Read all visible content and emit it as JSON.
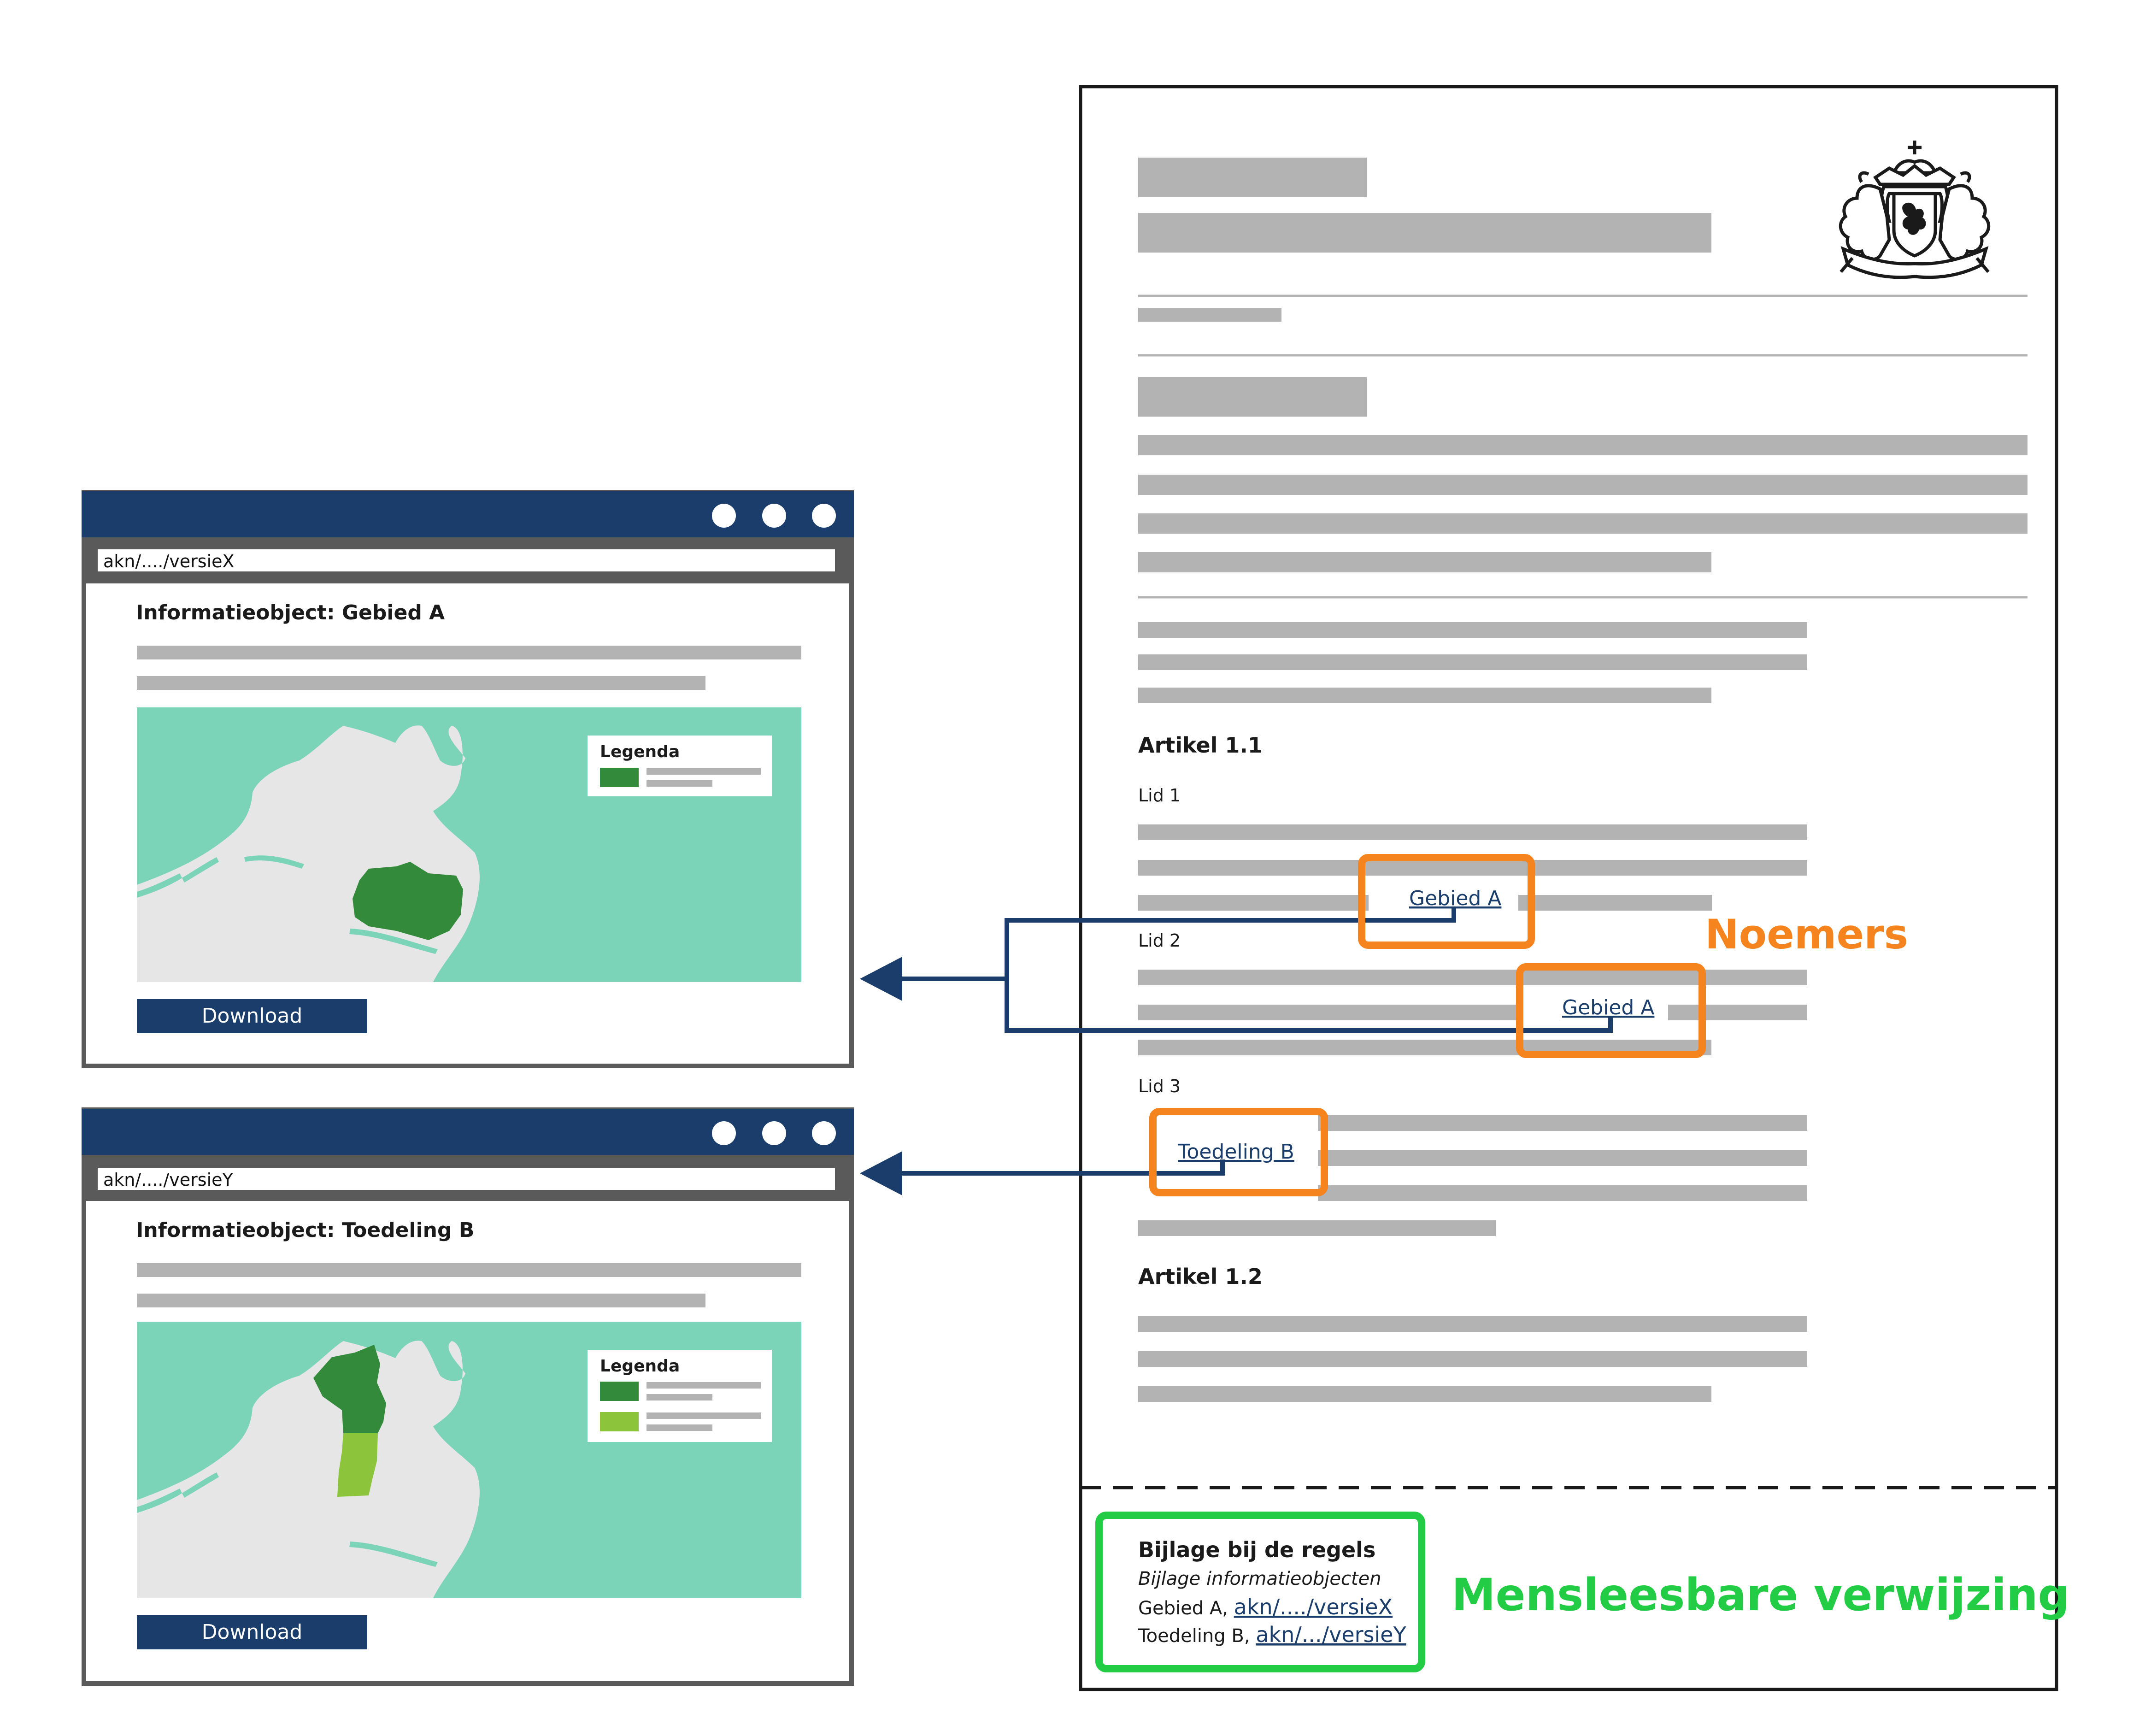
{
  "colors": {
    "navy": "#1a3d6b",
    "frame_gray": "#5a5a5a",
    "bar_gray": "#b3b3b3",
    "sea": "#7bd3b8",
    "land": "#e6e6e6",
    "dark_green": "#338a3a",
    "light_green": "#8cc43c",
    "orange": "#f5841f",
    "green_label": "#22cc44"
  },
  "window_a": {
    "url": "akn/..../versieX",
    "title": "Informatieobject: Gebied A",
    "legend_title": "Legenda",
    "download": "Download",
    "controls": [
      "dot-1",
      "dot-2",
      "dot-3"
    ]
  },
  "window_b": {
    "url": "akn/..../versieY",
    "title": "Informatieobject: Toedeling B",
    "legend_title": "Legenda",
    "download": "Download",
    "controls": [
      "dot-1",
      "dot-2",
      "dot-3"
    ]
  },
  "document": {
    "emblem": "coat-of-arms-icon",
    "article_1": "Artikel 1.1",
    "lid_1": "Lid 1",
    "lid_2": "Lid 2",
    "lid_3": "Lid 3",
    "article_2": "Artikel 1.2",
    "links": {
      "gebied_a_1": "Gebied A",
      "gebied_a_2": "Gebied A",
      "toedeling_b": "Toedeling B"
    },
    "appendix": {
      "title": "Bijlage bij de regels",
      "subtitle": "Bijlage informatieobjecten",
      "line_a_prefix": "Gebied A,",
      "line_a_link": "akn/..../versieX",
      "line_b_prefix": "Toedeling B,",
      "line_b_link": "akn/.../versieY"
    }
  },
  "labels": {
    "noemers": "Noemers",
    "mensleesbare": "Mensleesbare verwijzing"
  }
}
